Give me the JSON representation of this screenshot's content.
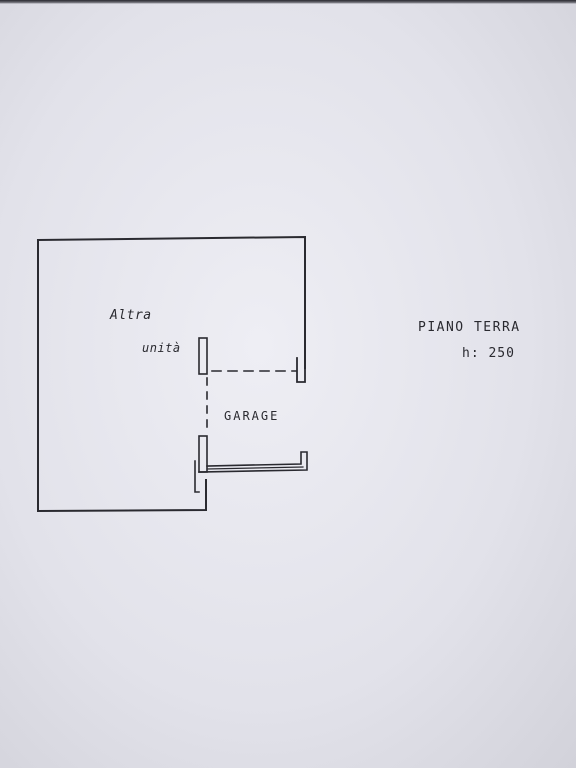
{
  "labels": {
    "altra": "Altra",
    "unita": "unità",
    "garage": "GARAGE",
    "piano_terra": "PIANO TERRA",
    "height": "h: 250"
  },
  "colors": {
    "paper": "#e4e4ec",
    "ink": "#2a2a30"
  }
}
